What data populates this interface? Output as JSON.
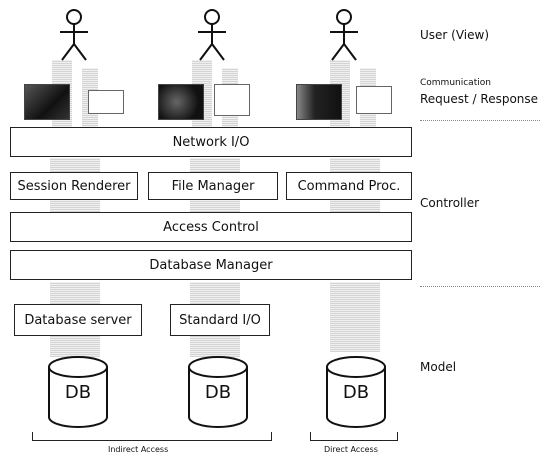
{
  "layers": {
    "user": "User (View)",
    "communication_line1": "Communication",
    "communication_line2": "Request / Response",
    "controller": "Controller",
    "model": "Model"
  },
  "boxes": {
    "network_io": "Network I/O",
    "session_renderer": "Session Renderer",
    "file_manager": "File Manager",
    "command_proc": "Command Proc.",
    "access_control": "Access Control",
    "database_manager": "Database Manager",
    "database_server": "Database server",
    "standard_io": "Standard I/O"
  },
  "databases": [
    "DB",
    "DB",
    "DB"
  ],
  "access": {
    "indirect": "Indirect Access",
    "direct": "Direct Access"
  }
}
